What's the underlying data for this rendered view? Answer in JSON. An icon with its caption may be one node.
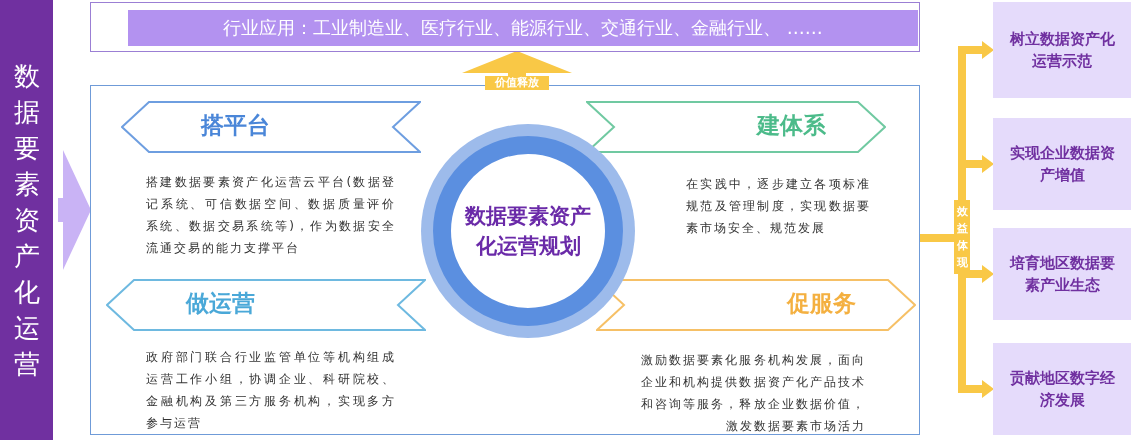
{
  "diagram": {
    "nodes": [
      {
        "text": [
          "数据要素资产化运营"
        ]
      },
      {
        "text": [
          "行业应用：工业制造业、医疗行业、能源行业、交通行业、金融行业、 ……"
        ]
      },
      {
        "text": [],
        "shape": "box"
      },
      {
        "text": [
          "数据要素资产化运营规划"
        ],
        "in": 2
      },
      {
        "text": [
          "搭平台",
          "搭建数据要素资产化运营云平台(数据登记系统、可信数据空间、数据质量评价系统、数据交易系统等)，作为数据安全流通交易的能力支撑平台"
        ],
        "in": 2
      },
      {
        "text": [
          "建体系",
          "在实践中，逐步建立各项标准规范及管理制度，实现数据要素市场安全、规范发展"
        ],
        "in": 2
      },
      {
        "text": [
          "做运营",
          "政府部门联合行业监管单位等机构组成运营工作小组，协调企业、科研院校、金融机构及第三方服务机构，实现多方参与运营"
        ],
        "in": 2
      },
      {
        "text": [
          "促服务",
          "激励数据要素化服务机构发展，面向企业和机构提供数据资产化产品技术和咨询等服务，释放企业数据价值，激发数据要素市场活力"
        ],
        "in": 2
      },
      {
        "text": [
          "树立数据资产化运营示范"
        ]
      },
      {
        "text": [
          "实现企业数据资产增值"
        ]
      },
      {
        "text": [
          "培育地区数据要素产业生态"
        ]
      },
      {
        "text": [
          "贡献地区数字经济发展"
        ]
      }
    ],
    "edges": [
      {
        "from": 0,
        "to": 2,
        "arrow": "to",
        "style": "thick",
        "color": "#c9b3f5"
      },
      {
        "from": 2,
        "to": 1,
        "arrow": "to",
        "style": "thick",
        "label": "价值释放"
      },
      {
        "from": 2,
        "to": 8,
        "arrow": "to",
        "label": "效益体现"
      },
      {
        "from": 2,
        "to": 9,
        "arrow": "to"
      },
      {
        "from": 2,
        "to": 10,
        "arrow": "to"
      },
      {
        "from": 2,
        "to": 11,
        "arrow": "to"
      }
    ]
  }
}
